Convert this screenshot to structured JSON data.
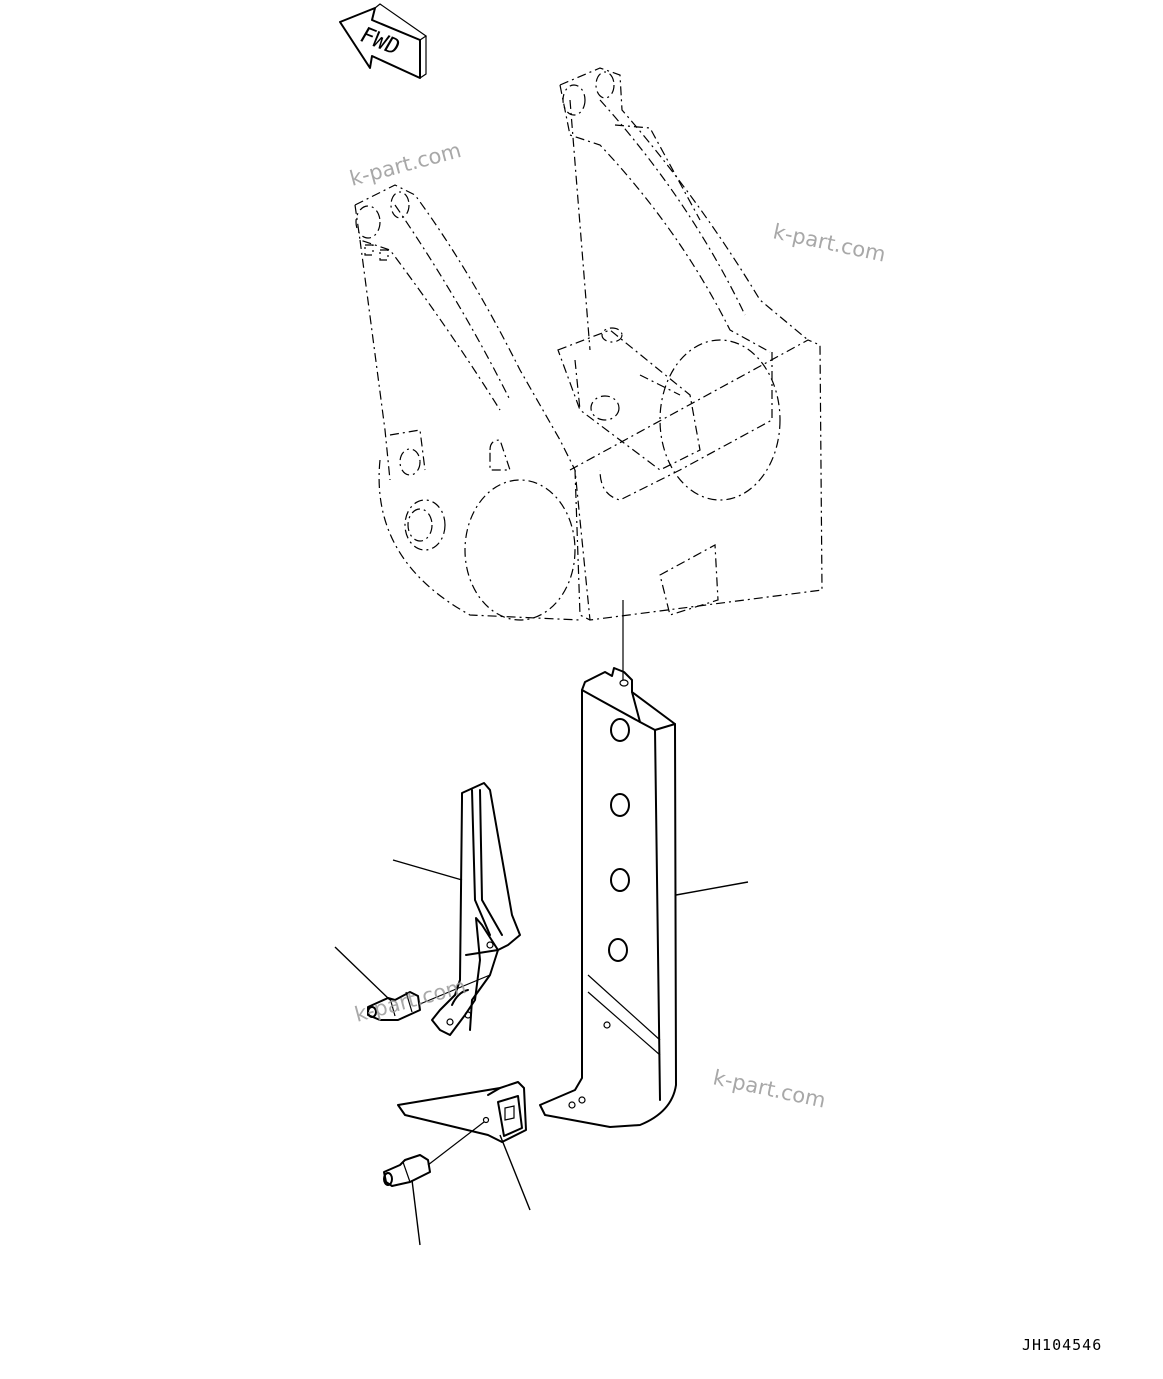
{
  "fwd_label": "FWD",
  "drawing_code": "JH104546",
  "watermark": "k-part.com"
}
